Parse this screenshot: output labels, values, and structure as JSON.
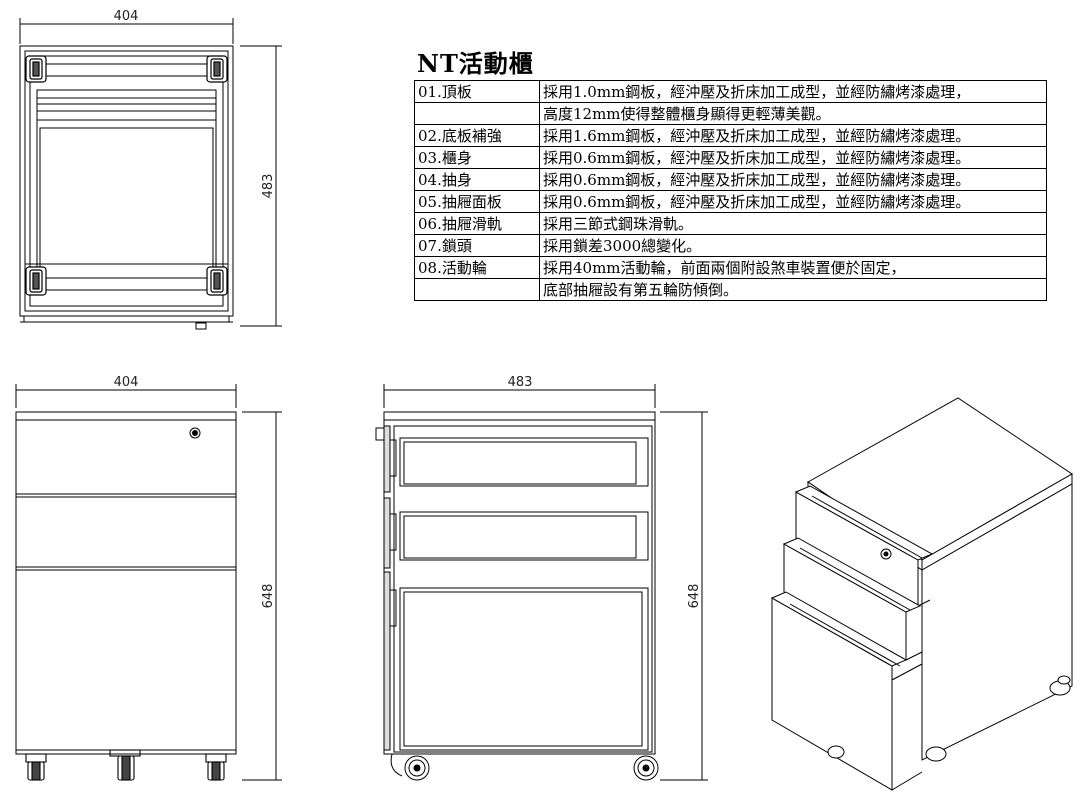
{
  "spec": {
    "title": "NT活動櫃",
    "rows": [
      {
        "label": "01.頂板",
        "text": "採用1.0mm鋼板，經沖壓及折床加工成型，並經防繡烤漆處理，"
      },
      {
        "label": "",
        "text": "高度12mm使得整體櫃身顯得更輕薄美觀。"
      },
      {
        "label": "02.底板補強",
        "text": "採用1.6mm鋼板，經沖壓及折床加工成型，並經防繡烤漆處理。"
      },
      {
        "label": "03.櫃身",
        "text": "採用0.6mm鋼板，經沖壓及折床加工成型，並經防繡烤漆處理。"
      },
      {
        "label": "04.抽身",
        "text": "採用0.6mm鋼板，經沖壓及折床加工成型，並經防繡烤漆處理。"
      },
      {
        "label": "05.抽屜面板",
        "text": "採用0.6mm鋼板，經沖壓及折床加工成型，並經防繡烤漆處理。"
      },
      {
        "label": "06.抽屜滑軌",
        "text": "採用三節式鋼珠滑軌。"
      },
      {
        "label": "07.鎖頭",
        "text": "採用鎖差3000總變化。"
      },
      {
        "label": "08.活動輪",
        "text": "採用40mm活動輪，前面兩個附設煞車裝置便於固定，"
      },
      {
        "label": "",
        "text": "底部抽屜設有第五輪防傾倒。"
      }
    ]
  },
  "dimensions": {
    "top_width": "404",
    "top_depth": "483",
    "front_width": "404",
    "front_height": "648",
    "side_depth": "483",
    "side_height": "648"
  }
}
